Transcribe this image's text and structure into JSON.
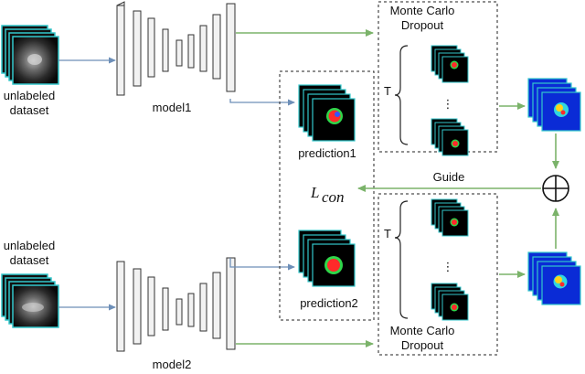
{
  "labels": {
    "dataset_top_line1": "unlabeled",
    "dataset_top_line2": "dataset",
    "dataset_bottom_line1": "unlabeled",
    "dataset_bottom_line2": "dataset",
    "model1": "model1",
    "model2": "model2",
    "mc_top_line1": "Monte Carlo",
    "mc_top_line2": "Dropout",
    "mc_bottom_line1": "Monte Carlo",
    "mc_bottom_line2": "Dropout",
    "prediction1": "prediction1",
    "prediction2": "prediction2",
    "t_top": "T",
    "t_bottom": "T",
    "dots": "⋮",
    "guide": "Guide",
    "loss_main": "L",
    "loss_sub": "con"
  },
  "colors": {
    "green_arrow": "#7bb36a",
    "blue_arrow": "#6d8fb8",
    "cyan_frame": "#33c7cc",
    "network_block": "#f2f2f2"
  }
}
